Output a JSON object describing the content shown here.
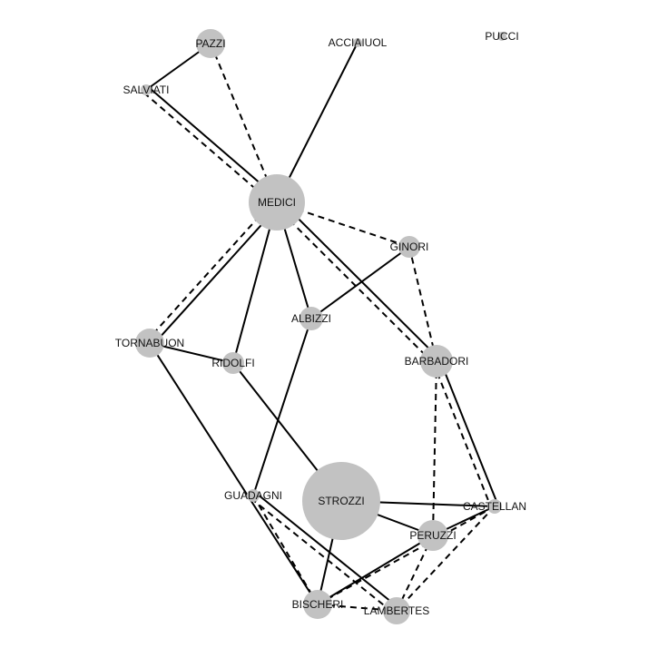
{
  "nodes": [
    {
      "id": "PAZZI",
      "label": "PAZZI"
    },
    {
      "id": "ACCIAIUOL",
      "label": "ACCIAIUOL"
    },
    {
      "id": "PUCCI",
      "label": "PUCCI"
    },
    {
      "id": "SALVIATI",
      "label": "SALVIATI"
    },
    {
      "id": "MEDICI",
      "label": "MEDICI"
    },
    {
      "id": "GINORI",
      "label": "GINORI"
    },
    {
      "id": "ALBIZZI",
      "label": "ALBIZZI"
    },
    {
      "id": "TORNABUON",
      "label": "TORNABUON"
    },
    {
      "id": "RIDOLFI",
      "label": "RIDOLFI"
    },
    {
      "id": "BARBADORI",
      "label": "BARBADORI"
    },
    {
      "id": "GUADAGNI",
      "label": "GUADAGNI"
    },
    {
      "id": "STROZZI",
      "label": "STROZZI"
    },
    {
      "id": "CASTELLAN",
      "label": "CASTELLAN"
    },
    {
      "id": "PERUZZI",
      "label": "PERUZZI"
    },
    {
      "id": "BISCHERI",
      "label": "BISCHERI"
    },
    {
      "id": "LAMBERTES",
      "label": "LAMBERTES"
    }
  ],
  "edges": [
    {
      "source": "PAZZI",
      "target": "SALVIATI",
      "style": "solid"
    },
    {
      "source": "PAZZI",
      "target": "MEDICI",
      "style": "dashed"
    },
    {
      "source": "SALVIATI",
      "target": "MEDICI",
      "style": "solid"
    },
    {
      "source": "SALVIATI",
      "target": "MEDICI",
      "style": "dashed"
    },
    {
      "source": "ACCIAIUOL",
      "target": "MEDICI",
      "style": "solid"
    },
    {
      "source": "MEDICI",
      "target": "TORNABUON",
      "style": "solid"
    },
    {
      "source": "MEDICI",
      "target": "TORNABUON",
      "style": "dashed"
    },
    {
      "source": "MEDICI",
      "target": "RIDOLFI",
      "style": "solid"
    },
    {
      "source": "MEDICI",
      "target": "ALBIZZI",
      "style": "solid"
    },
    {
      "source": "MEDICI",
      "target": "BARBADORI",
      "style": "solid"
    },
    {
      "source": "MEDICI",
      "target": "BARBADORI",
      "style": "dashed"
    },
    {
      "source": "MEDICI",
      "target": "GINORI",
      "style": "dashed"
    },
    {
      "source": "GINORI",
      "target": "ALBIZZI",
      "style": "solid"
    },
    {
      "source": "GINORI",
      "target": "BARBADORI",
      "style": "dashed"
    },
    {
      "source": "TORNABUON",
      "target": "RIDOLFI",
      "style": "solid"
    },
    {
      "source": "TORNABUON",
      "target": "BISCHERI",
      "style": "solid"
    },
    {
      "source": "RIDOLFI",
      "target": "STROZZI",
      "style": "solid"
    },
    {
      "source": "ALBIZZI",
      "target": "GUADAGNI",
      "style": "solid"
    },
    {
      "source": "BARBADORI",
      "target": "CASTELLAN",
      "style": "solid"
    },
    {
      "source": "BARBADORI",
      "target": "CASTELLAN",
      "style": "dashed"
    },
    {
      "source": "BARBADORI",
      "target": "PERUZZI",
      "style": "dashed"
    },
    {
      "source": "STROZZI",
      "target": "CASTELLAN",
      "style": "solid"
    },
    {
      "source": "STROZZI",
      "target": "PERUZZI",
      "style": "solid"
    },
    {
      "source": "STROZZI",
      "target": "BISCHERI",
      "style": "solid"
    },
    {
      "source": "GUADAGNI",
      "target": "BISCHERI",
      "style": "dashed"
    },
    {
      "source": "GUADAGNI",
      "target": "LAMBERTES",
      "style": "solid"
    },
    {
      "source": "GUADAGNI",
      "target": "LAMBERTES",
      "style": "dashed"
    },
    {
      "source": "PERUZZI",
      "target": "CASTELLAN",
      "style": "solid"
    },
    {
      "source": "PERUZZI",
      "target": "BISCHERI",
      "style": "solid"
    },
    {
      "source": "PERUZZI",
      "target": "LAMBERTES",
      "style": "dashed"
    },
    {
      "source": "CASTELLAN",
      "target": "BISCHERI",
      "style": "dashed"
    },
    {
      "source": "CASTELLAN",
      "target": "LAMBERTES",
      "style": "dashed"
    },
    {
      "source": "BISCHERI",
      "target": "LAMBERTES",
      "style": "dashed"
    }
  ]
}
